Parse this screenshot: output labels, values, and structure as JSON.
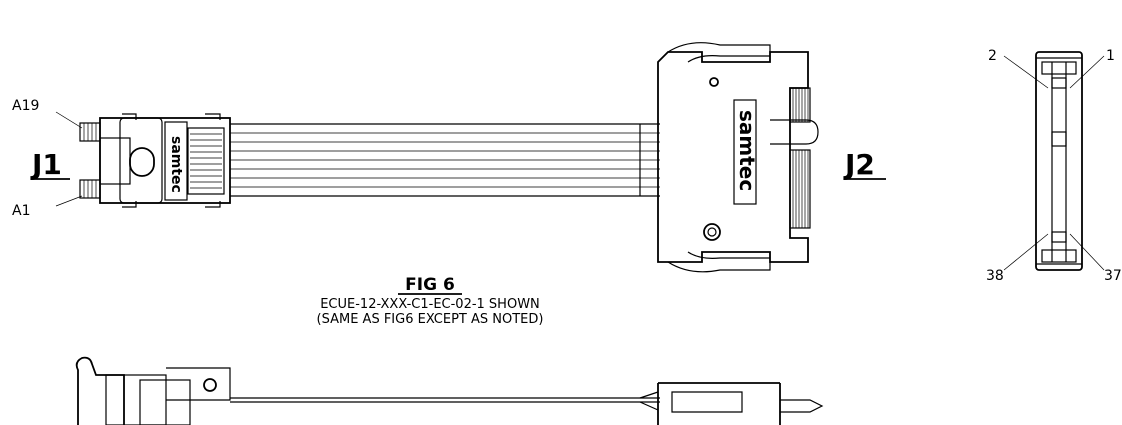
{
  "labels": {
    "j1": "J1",
    "j2": "J2",
    "a19": "A19",
    "a1": "A1",
    "pin2": "2",
    "pin1": "1",
    "pin38": "38",
    "pin37": "37"
  },
  "figure": {
    "title": "FIG 6",
    "line1": "ECUE-12-XXX-C1-EC-02-1 SHOWN",
    "line2": "(SAME AS FIG6 EXCEPT AS NOTED)"
  },
  "brand_mark": "samtec"
}
